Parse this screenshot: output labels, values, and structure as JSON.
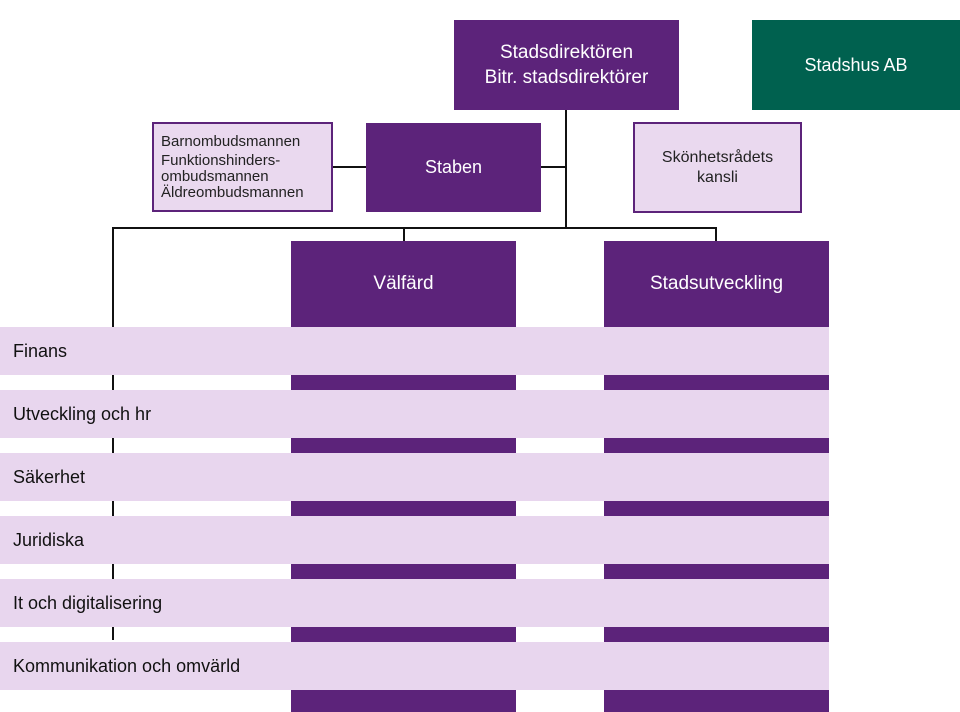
{
  "director": {
    "line1": "Stadsdirektören",
    "line2": "Bitr. stadsdirektörer"
  },
  "stadshus": {
    "label": "Stadshus AB"
  },
  "ombud": {
    "line1": "Barnombudsmannen",
    "line2": "Funktionshinders-",
    "line3": "ombudsmannen",
    "line4": "Äldreombudsmannen"
  },
  "staben": {
    "label": "Staben"
  },
  "skonhet": {
    "line1": "Skönhetsrådets",
    "line2": "kansli"
  },
  "columns": {
    "valfard": "Välfärd",
    "stadsutveckling": "Stadsutveckling"
  },
  "rows": [
    {
      "label": "Finans"
    },
    {
      "label": "Utveckling och hr"
    },
    {
      "label": "Säkerhet"
    },
    {
      "label": "Juridiska"
    },
    {
      "label": "It och digitalisering"
    },
    {
      "label": "Kommunikation och omvärld"
    }
  ],
  "colors": {
    "purple": "#5c237a",
    "light_purple": "#e8d6ee",
    "teal": "#00614f",
    "line": "#111111"
  }
}
